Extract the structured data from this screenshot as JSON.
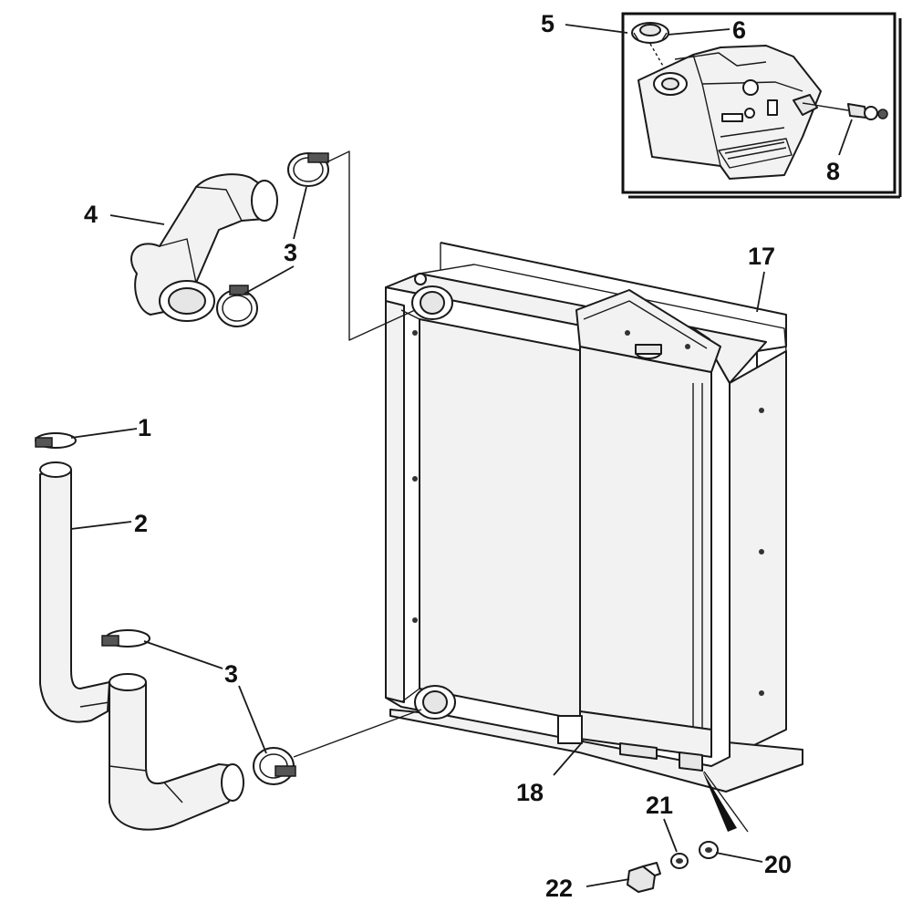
{
  "callouts": {
    "c1": "1",
    "c2": "2",
    "c3a": "3",
    "c3b": "3",
    "c4": "4",
    "c5": "5",
    "c6": "6",
    "c8": "8",
    "c17": "17",
    "c18": "18",
    "c20": "20",
    "c21": "21",
    "c22": "22"
  },
  "icons": {
    "inset": "reservoir-tank-inset",
    "radiator": "radiator-assembly",
    "upper_hose": "upper-hose",
    "lower_hose": "lower-hose"
  }
}
